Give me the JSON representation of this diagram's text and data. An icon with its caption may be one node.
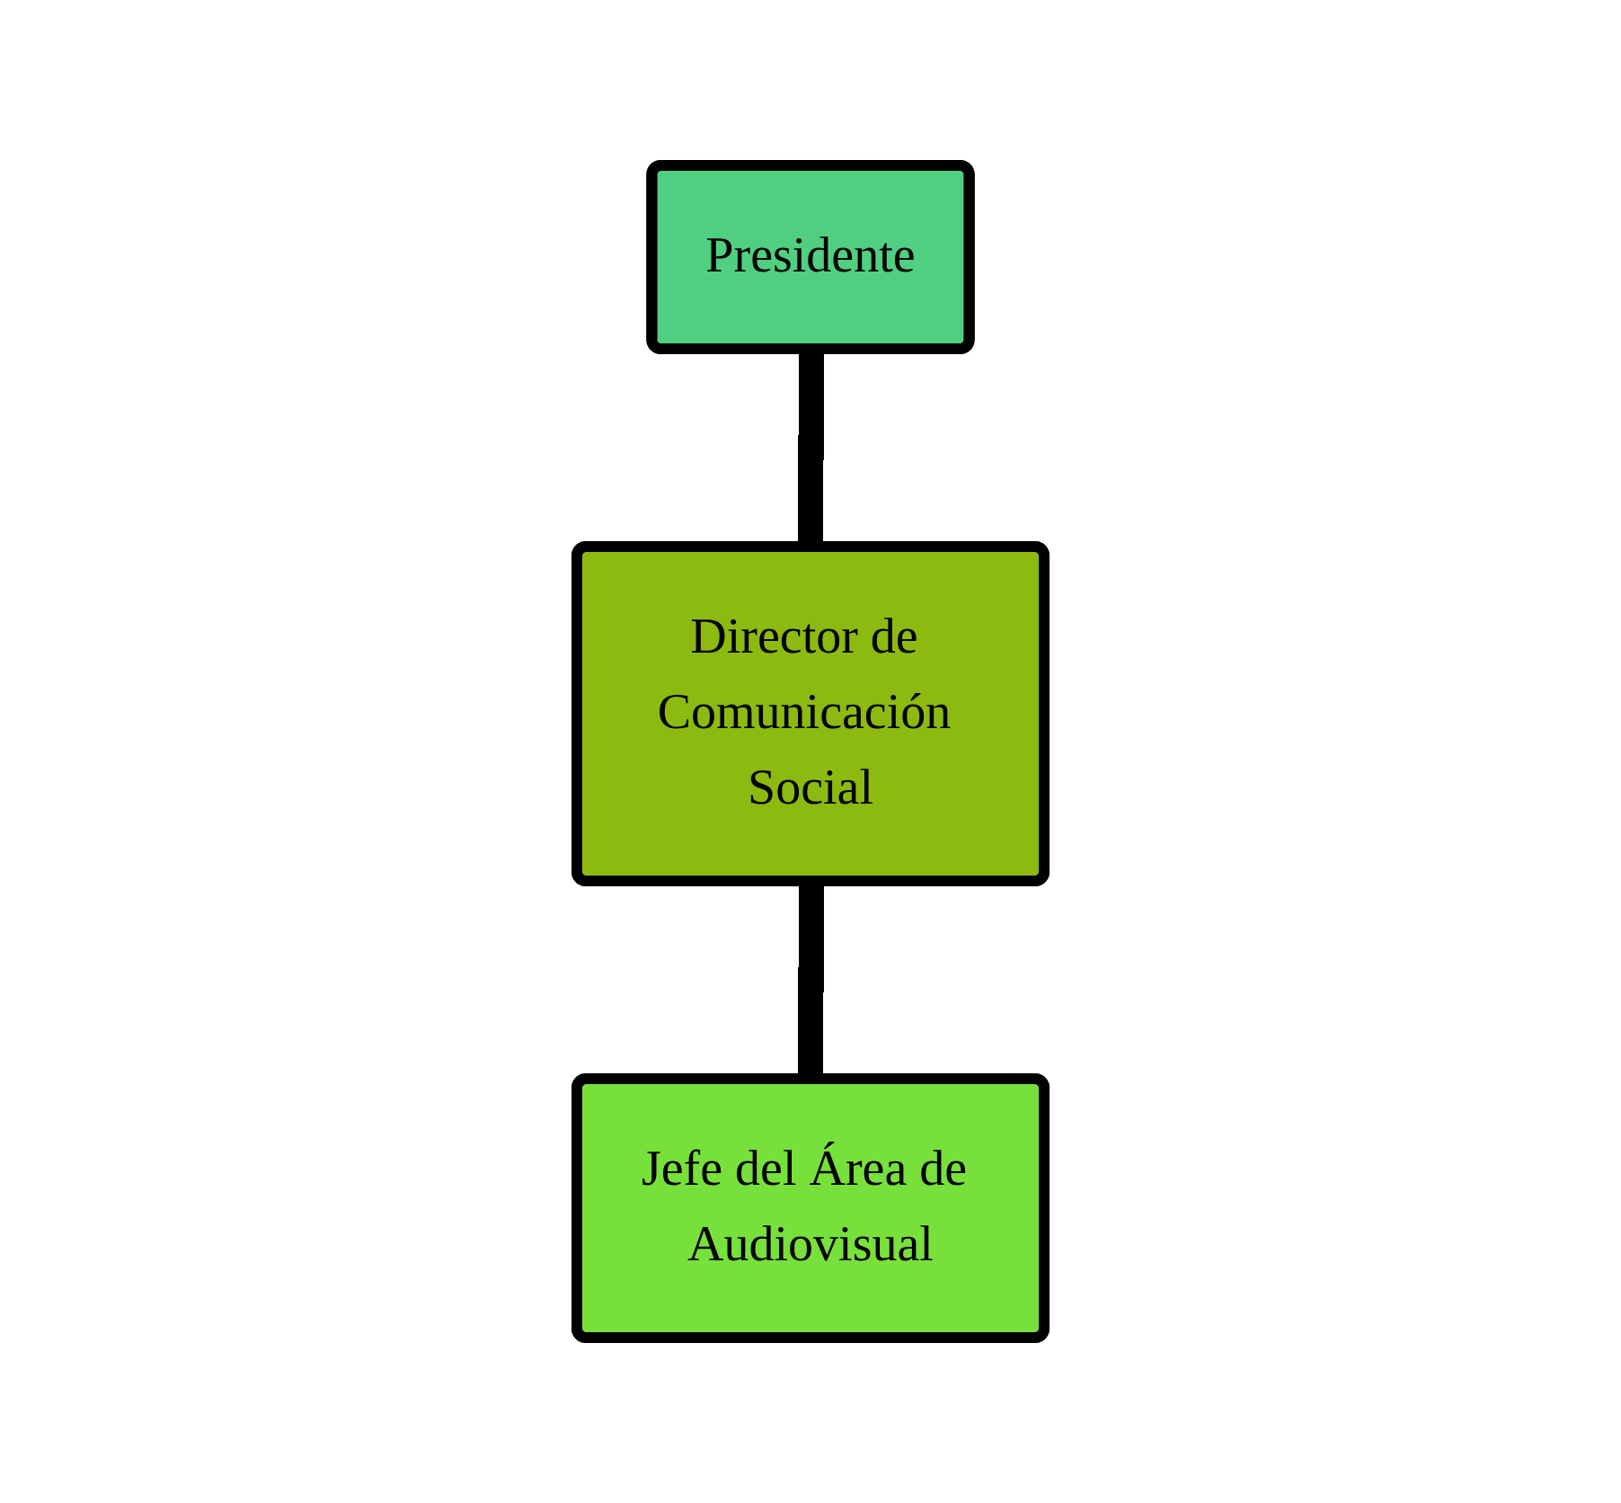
{
  "diagram": {
    "nodes": [
      {
        "text": [
          "Presidente"
        ]
      },
      {
        "text": [
          "Director de Comunicación Social"
        ]
      },
      {
        "text": [
          "Jefe del Área de Audiovisual"
        ]
      }
    ],
    "edges": [
      {
        "from": 0,
        "to": 1,
        "arrow": "none"
      },
      {
        "from": 1,
        "to": 2,
        "arrow": "none"
      }
    ]
  }
}
